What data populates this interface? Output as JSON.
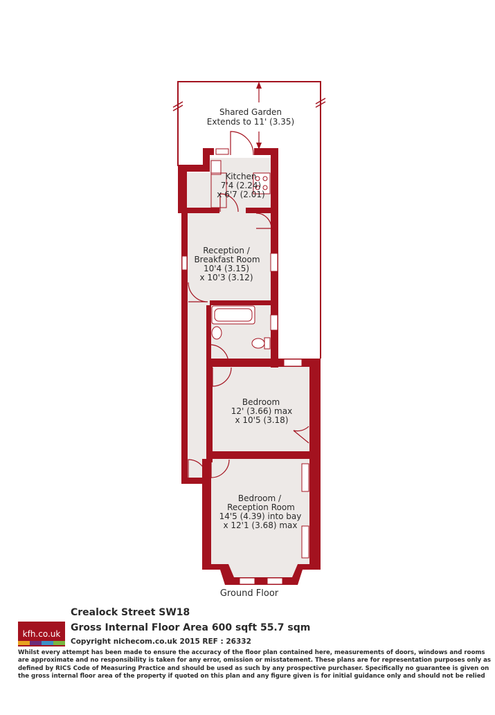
{
  "rooms": {
    "garden": {
      "name": "Shared Garden",
      "dims": "Extends to 11' (3.35)"
    },
    "kitchen": {
      "name": "Kitchen",
      "dim1": "7'4 (2.24)",
      "dim2": "x 6'7 (2.01)"
    },
    "reception_breakfast": {
      "name1": "Reception /",
      "name2": "Breakfast Room",
      "dim1": "10'4 (3.15)",
      "dim2": "x 10'3 (3.12)"
    },
    "bedroom": {
      "name": "Bedroom",
      "dim1": "12' (3.66) max",
      "dim2": "x 10'5 (3.18)"
    },
    "bedroom_reception": {
      "name1": "Bedroom /",
      "name2": "Reception Room",
      "dim1": "14'5 (4.39) into bay",
      "dim2": "x 12'1 (3.68) max"
    }
  },
  "floor_label": "Ground Floor",
  "logo": {
    "text": "kfh.co.uk",
    "stripe_colors": [
      "#e8a21f",
      "#6b2c7a",
      "#3c8fc7",
      "#7ab640"
    ]
  },
  "address": "Crealock Street SW18",
  "area": "Gross Internal Floor Area 600 sqft 55.7 sqm",
  "copyright": "Copyright nichecom.co.uk 2015 REF : 26332",
  "disclaimer": "Whilst every attempt has been made to ensure the accuracy of the floor plan contained here, measurements of doors, windows and rooms are approximate and no responsibility is taken for any error, omission or misstatement.  These plans are for representation purposes only as defined by RICS Code of Measuring Practice and should be used as such by any prospective purchaser.  Specifically no guarantee is given on the gross internal floor area of the property if quoted on this plan and any figure given is for initial guidance only and should not be relied on as a basis of valuation.",
  "colors": {
    "wall": "#a3121f",
    "floor": "#ede9e7",
    "text": "#2a2a2a"
  }
}
